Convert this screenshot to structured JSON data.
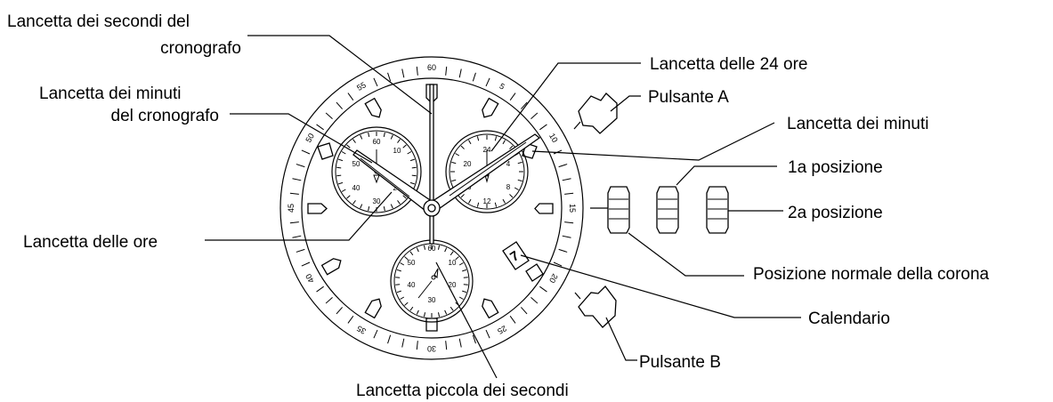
{
  "labels": {
    "chrono_seconds_1": "Lancetta dei secondi del",
    "chrono_seconds_2": "cronografo",
    "chrono_minutes_1": "Lancetta dei minuti",
    "chrono_minutes_2": "del cronografo",
    "hour_hand": "Lancetta delle ore",
    "small_seconds": "Lancetta piccola dei secondi",
    "hand_24h": "Lancetta delle 24 ore",
    "button_a": "Pulsante A",
    "minute_hand": "Lancetta dei minuti",
    "first_position": "1a posizione",
    "second_position": "2a posizione",
    "crown_normal": "Posizione normale della corona",
    "calendar": "Calendario",
    "button_b": "Pulsante B"
  },
  "bezel_numbers": [
    "60",
    "5",
    "10",
    "15",
    "20",
    "25",
    "30",
    "35",
    "40",
    "45",
    "50",
    "55"
  ],
  "subdial_left_numbers": [
    "60",
    "10",
    "20",
    "30",
    "40",
    "50"
  ],
  "subdial_right_numbers": [
    "24",
    "4",
    "8",
    "12",
    "16",
    "20"
  ],
  "subdial_bottom_numbers": [
    "60",
    "10",
    "20",
    "30",
    "40",
    "50"
  ],
  "date_value": "7"
}
